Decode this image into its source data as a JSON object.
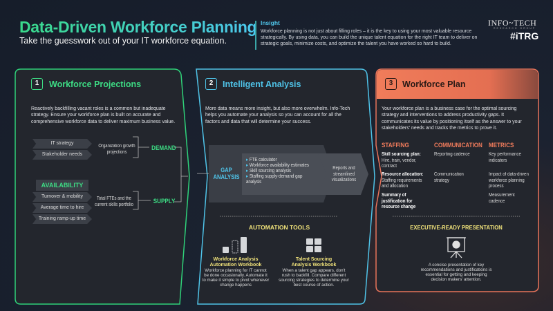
{
  "header": {
    "title": "Data-Driven Workforce Planning",
    "subtitle": "Take the guesswork out of your IT workforce equation.",
    "insight_label": "Insight",
    "insight_text": "Workforce planning is not just about filling roles – it is the key to using your most valuable resource strategically. By using data, you can build the unique talent equation for the right IT team to deliver on strategic goals, minimize costs, and optimize the talent you have worked so hard to build.",
    "logo_main": "INFO~TECH",
    "logo_sub": "RESEARCH GROUP",
    "logo_itrg": "#iTRG"
  },
  "colors": {
    "green": "#3ddc84",
    "cyan": "#4fc3e8",
    "orange": "#f07c5a",
    "yellow": "#f0e27a"
  },
  "panel1": {
    "number": "1",
    "title": "Workforce Projections",
    "text": "Reactively backfilling vacant roles is a common but inadequate strategy. Ensure your workforce plan is built on accurate and comprehensive workforce data to deliver maximum business value.",
    "demand_inputs": [
      "IT strategy",
      "Stakeholder needs"
    ],
    "demand_note": "Organization growth projections",
    "demand_label": "DEMAND",
    "availability_label": "AVAILABILITY",
    "supply_inputs": [
      "Turnover & mobility",
      "Average time to hire",
      "Training ramp-up time"
    ],
    "supply_note": "Total FTEs and the current skills portfolio",
    "supply_label": "SUPPLY"
  },
  "panel2": {
    "number": "2",
    "title": "Intelligent Analysis",
    "text": "More data means more insight, but also more overwhelm. Info-Tech helps you automate your analysis so you can account for all the factors and data that will determine your success.",
    "gap_label": "GAP ANALYSIS",
    "gap_items": [
      "FTE calculator",
      "Workforce availability estimates",
      "Skill sourcing analysis",
      "Staffing supply-demand gap analysis"
    ],
    "gap_output": "Reports and streamlined visualizations",
    "tools_title": "AUTOMATION TOOLS",
    "tools": [
      {
        "icon": "bar-chart-icon",
        "title": "Workforce Analysis Automation Workbook",
        "text": "Workforce planning for IT cannot be done occasionally. Automate it to make it simple to pivot whenever change happens"
      },
      {
        "icon": "calculator-icon",
        "title": "Talent Sourcing Analysis Workbook",
        "text": "When a talent gap appears, don't rush to backfill. Compare different sourcing strategies to determine your best course of action."
      }
    ]
  },
  "panel3": {
    "number": "3",
    "title": "Workforce Plan",
    "text": "Your workforce plan is a business case for the optimal sourcing strategy and interventions to address productivity gaps. It communicates its value by positioning itself as the answer to your stakeholders' needs and tracks the metrics to prove it.",
    "staffing": {
      "title": "STAFFING",
      "items": [
        {
          "bold": "Skill sourcing plan:",
          "text": "Hire, train, vendor, contract"
        },
        {
          "bold": "Resource allocation:",
          "text": "Staffing requirements and allocation"
        },
        {
          "bold": "Summary of justification for resource change",
          "text": ""
        }
      ]
    },
    "communication": {
      "title": "COMMUNICATION",
      "items": [
        "Reporting cadence",
        "Communication strategy"
      ]
    },
    "metrics": {
      "title": "METRICS",
      "items": [
        "Key performance indicators",
        "Impact of data-driven workforce planning process",
        "Measurement cadence"
      ]
    },
    "presentation_title": "EXECUTIVE-READY PRESENTATION",
    "presentation_icon": "presentation-board-icon",
    "presentation_text": "A concise presentation of key recommendations and justifications is essential for getting and keeping decision makers' attention."
  }
}
